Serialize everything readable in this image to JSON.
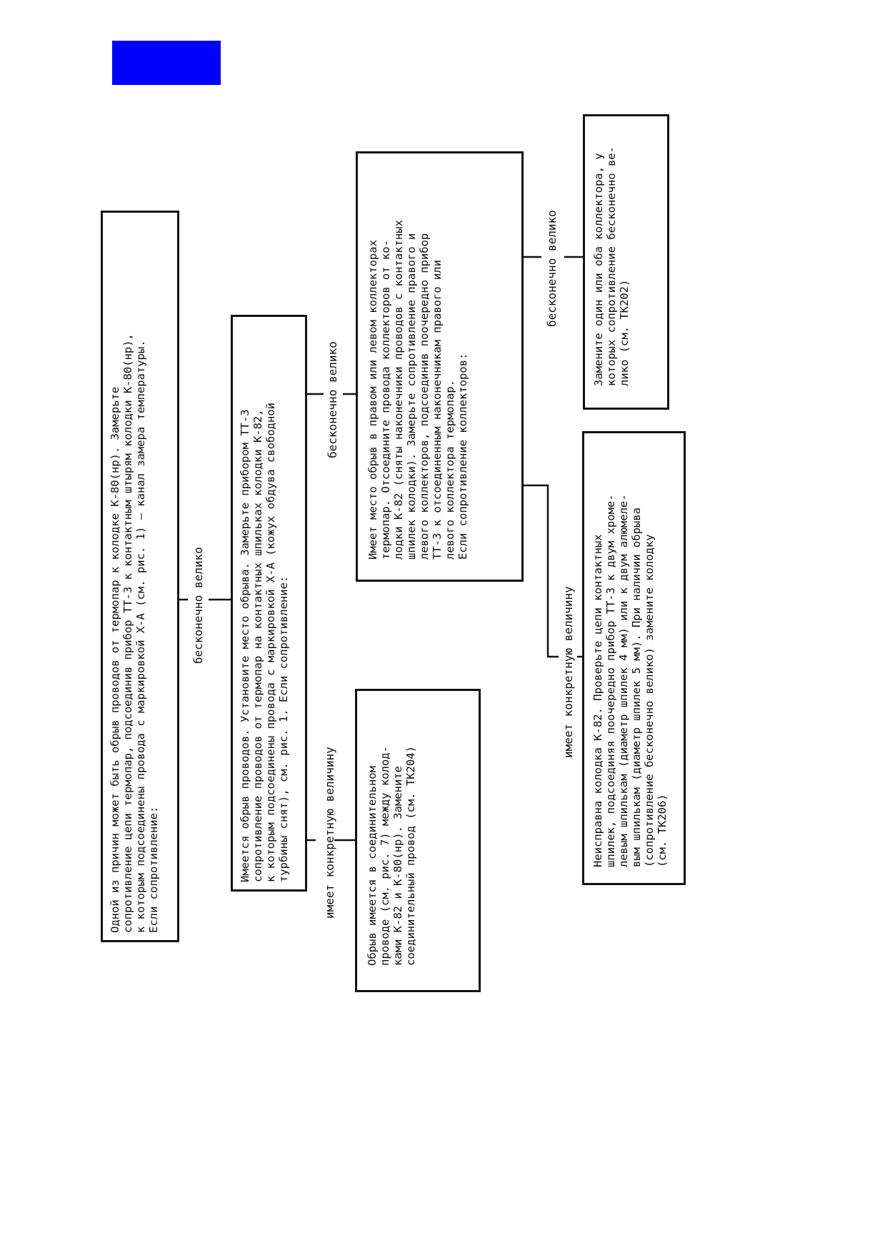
{
  "nodes": {
    "b1": "Одной из причин может быть обрыв проводов от термопар к колодке К-80(нр). Замерьте\nсопротивление цепи термопар, подсоединив прибор ТТ-3 к контактным штырям колодки К-80(нр),\nк которым подсоединены провода с маркировкой Х-А (см. рис. 1) – канал замера температуры.\nЕсли сопротивление:",
    "b2": "Имеется обрыв проводов. Установите место обрыва. Замерьте прибором ТТ-3\nсопротивление проводов от термопар на контактных шпильках колодки К-82,\nк которым подсоединены провода с маркировкой Х-А (кожух обдува свободной\nтурбины снят), см. рис. 1. Если сопротивление:",
    "b3": "Обрыв имеется в соединительном\nпроводе (см. рис. 7) между колод-\nками К-82 и К-80(нр). Замените\nсоединительный провод (см. ТК204)",
    "b4": "Имеет место обрыв в правом или левом коллекторах\nтермопар. Отсоедините провода коллекторов от ко-\nлодки К-82 (сняты наконечники проводов с контактных\nшпилек колодки). Замерьте сопротивление правого и\nлевого коллекторов, подсоединив поочередно прибор\nТТ-3 к отсоединенным наконечникам правого или\nлевого коллектора термопар.\nЕсли сопротивление коллекторов:",
    "b5": "Замените один или оба коллектора, у\nкоторых сопротивление бесконечно ве-\nлико (см. ТК202)",
    "b6": "Неисправна колодка К-82. Проверьте цепи контактных\nшпилек, подсоединяя поочередно прибор ТТ-3 к двум хроме-\nлевым шпилькам (диаметр шпилек 4 мм) или к двум алюмеле-\nвым шпилькам (диаметр шпилек 5 мм). При наличии обрыва\n(сопротивление бесконечно велико) замените колодку\n(см. ТК206)"
  },
  "edges": {
    "e1": "бесконечно велико",
    "e2": "бесконечно велико",
    "e3": "имеет конкретную величину",
    "e4": "бесконечно велико",
    "e5": "имеет конкретную величину"
  },
  "colors": {
    "accent_block": "#0000ff",
    "line": "#111111"
  }
}
